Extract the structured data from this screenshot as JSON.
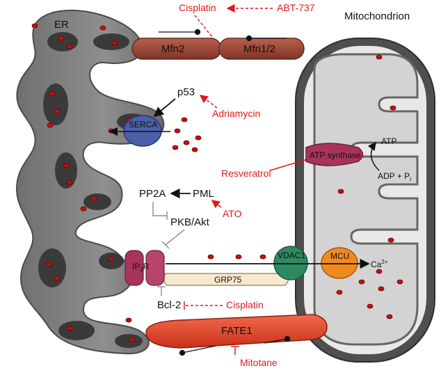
{
  "labels": {
    "er": "ER",
    "mitochondrion": "Mitochondrion",
    "mfn2": "Mfn2",
    "mfn12": "Mfn1/2",
    "p53": "p53",
    "serca": "SERCA",
    "pp2a": "PP2A",
    "pml": "PML",
    "pkb_akt": "PKB/Akt",
    "ip3r_main": "IP",
    "ip3r_sub": "3",
    "ip3r_tail": "R",
    "grp75": "GRP75",
    "vdac1": "VDAC1",
    "mcu": "MCU",
    "ca_main": "Ca",
    "ca_sup": "2+",
    "bcl2": "Bcl-2",
    "fate1": "FATE1",
    "atp_synthase": "ATP synthase",
    "atp": "ATP",
    "adp_main": "ADP + P",
    "adp_sub": "i"
  },
  "drugs": {
    "cisplatin_top": "Cisplatin",
    "abt737": "ABT-737",
    "adriamycin": "Adriamycin",
    "resveratrol": "Resveratrol",
    "ato": "ATO",
    "cisplatin_bottom": "Cisplatin",
    "mitotane": "Mitotane"
  },
  "colors": {
    "drug_red": "#e01a1a",
    "er_gray": "#8a8a8a",
    "mito_outer": "#5a5a5a",
    "mito_inner": "#d6d6d6",
    "mfn": "#a0493a",
    "serca": "#4b5fa8",
    "ip3r": "#a8345a",
    "vdac1": "#2f8a62",
    "mcu": "#f08a20",
    "fate1": "#e8402a",
    "atp_synthase": "#a8345a",
    "grp75": "#f8e8cc"
  }
}
